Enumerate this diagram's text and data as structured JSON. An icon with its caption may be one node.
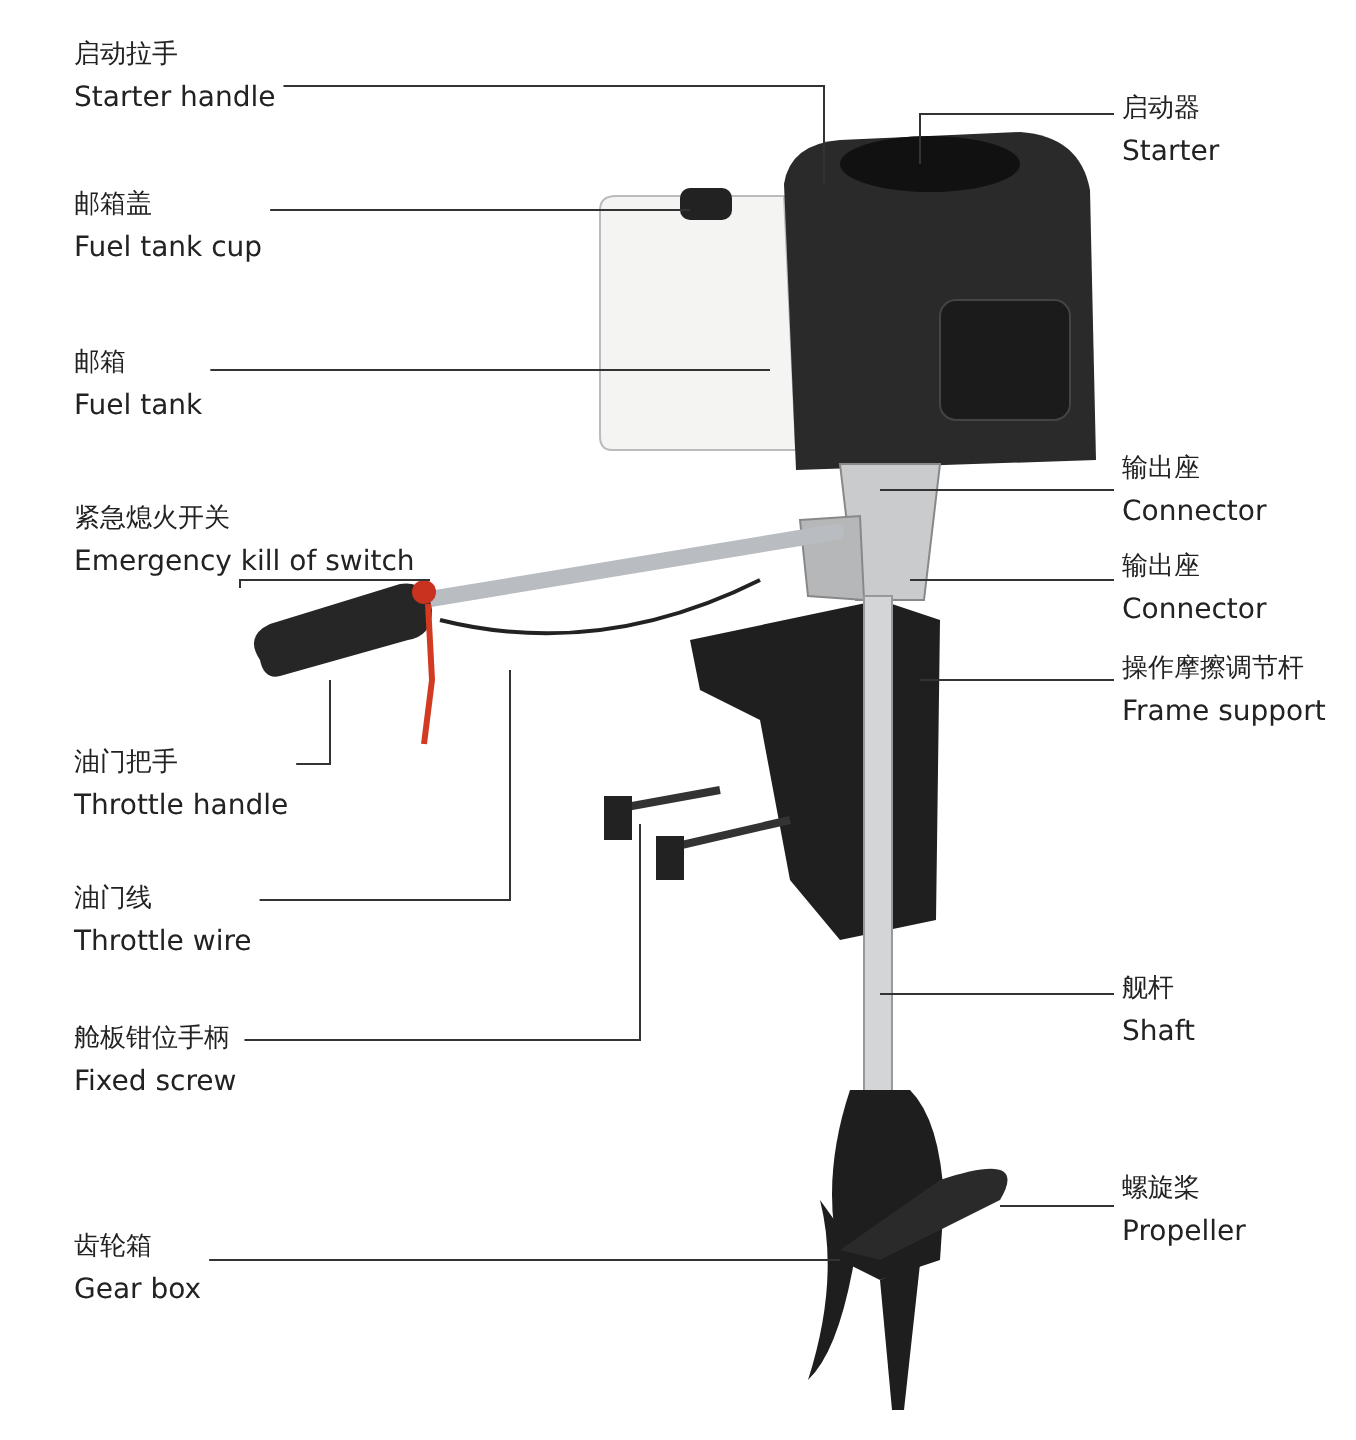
{
  "diagram": {
    "nodes": [
      {
        "text": [
          "启动拉手",
          "Starter handle"
        ]
      },
      {
        "text": [
          "邮箱盖",
          "Fuel tank cup"
        ]
      },
      {
        "text": [
          "邮箱",
          "Fuel tank"
        ]
      },
      {
        "text": [
          "紧急熄火开关",
          "Emergency kill of switch"
        ]
      },
      {
        "text": [
          "油门把手",
          "Throttle handle"
        ]
      },
      {
        "text": [
          "油门线",
          "Throttle wire"
        ]
      },
      {
        "text": [
          "舱板钳位手柄",
          "Fixed screw"
        ]
      },
      {
        "text": [
          "齿轮箱",
          "Gear box"
        ]
      },
      {
        "text": [
          "启动器",
          "Starter"
        ]
      },
      {
        "text": [
          "输出座",
          "Connector"
        ]
      },
      {
        "text": [
          "输出座",
          "Connector"
        ]
      },
      {
        "text": [
          "操作摩擦调节杆",
          "Frame support"
        ]
      },
      {
        "text": [
          "舰杆",
          "Shaft"
        ]
      },
      {
        "text": [
          "螺旋桨",
          "Propeller"
        ]
      }
    ],
    "edges": [
      {
        "from": 0,
        "to": null,
        "arrow": "none"
      },
      {
        "from": 1,
        "to": null,
        "arrow": "none"
      },
      {
        "from": 2,
        "to": null,
        "arrow": "none"
      },
      {
        "from": 3,
        "to": null,
        "arrow": "none"
      },
      {
        "from": 4,
        "to": null,
        "arrow": "none"
      },
      {
        "from": 5,
        "to": null,
        "arrow": "none"
      },
      {
        "from": 6,
        "to": null,
        "arrow": "none"
      },
      {
        "from": 7,
        "to": null,
        "arrow": "none"
      },
      {
        "from": 8,
        "to": null,
        "arrow": "none"
      },
      {
        "from": 9,
        "to": null,
        "arrow": "none"
      },
      {
        "from": 10,
        "to": null,
        "arrow": "none"
      },
      {
        "from": 11,
        "to": null,
        "arrow": "none"
      },
      {
        "from": 12,
        "to": null,
        "arrow": "none"
      },
      {
        "from": 13,
        "to": null,
        "arrow": "none"
      }
    ]
  }
}
